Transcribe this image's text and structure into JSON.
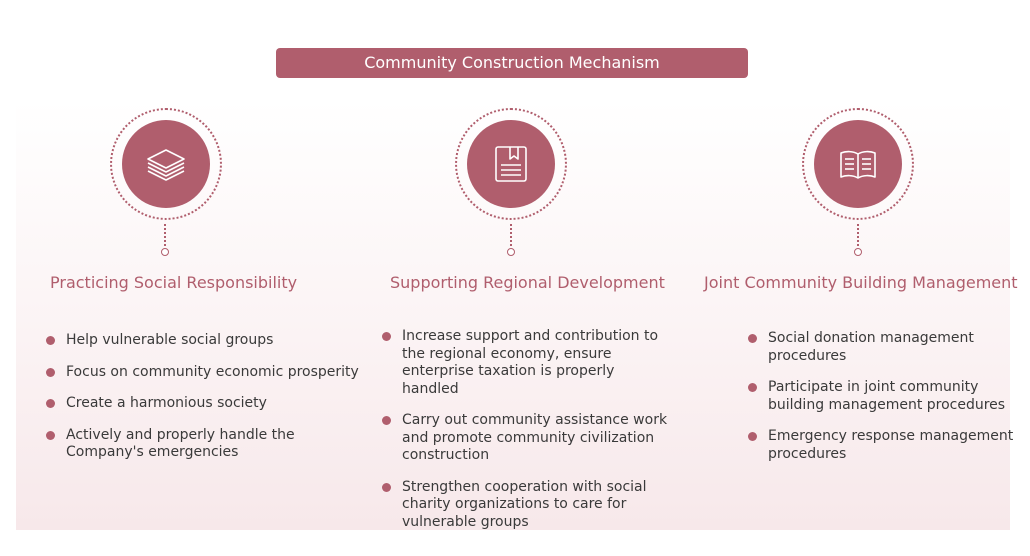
{
  "title": "Community Construction Mechanism",
  "colors": {
    "accent": "#b05e6d",
    "text": "#3a3a3a",
    "panel_tint": "#f7e8ea"
  },
  "columns": [
    {
      "icon": "stacked-layers-icon",
      "heading": "Practicing Social Responsibility",
      "items": [
        "Help vulnerable social groups",
        "Focus on community economic prosperity",
        "Create a harmonious society",
        "Actively and properly handle the Company's emergencies"
      ]
    },
    {
      "icon": "bookmark-document-icon",
      "heading": "Supporting Regional Development",
      "items": [
        "Increase support and contribution to the regional economy, ensure enterprise taxation is properly handled",
        "Carry out community assistance work and promote community civilization construction",
        "Strengthen cooperation with social charity organizations to care for vulnerable groups"
      ]
    },
    {
      "icon": "open-book-icon",
      "heading": "Joint Community Building Management",
      "items": [
        "Social donation management procedures",
        "Participate in joint community building management procedures",
        "Emergency response management procedures"
      ]
    }
  ]
}
